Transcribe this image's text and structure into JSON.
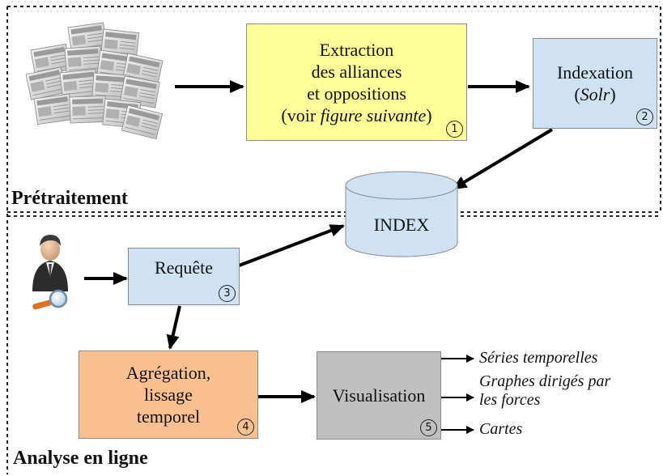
{
  "sections": {
    "preprocessing": "Prétraitement",
    "online_analysis": "Analyse en ligne"
  },
  "nodes": {
    "extraction": {
      "line1": "Extraction",
      "line2": "des alliances",
      "line3": "et oppositions",
      "line4_prefix": "(voir ",
      "line4_italic": "figure suivante",
      "line4_suffix": ")",
      "step": "1"
    },
    "indexation": {
      "line1": "Indexation",
      "open": "(",
      "italic": "Solr",
      "close": ")",
      "step": "2"
    },
    "index": {
      "label": "INDEX"
    },
    "requete": {
      "label": "Requête",
      "step": "3"
    },
    "aggregation": {
      "line1": "Agrégation,",
      "line2": "lissage",
      "line3": "temporel",
      "step": "4"
    },
    "visualisation": {
      "label": "Visualisation",
      "step": "5"
    }
  },
  "outputs": {
    "series": "Séries temporelles",
    "graphs_line1": "Graphes dirigés par",
    "graphs_line2": "les forces",
    "maps": "Cartes"
  },
  "colors": {
    "extraction_fill": "#ffff99",
    "indexation_fill": "#cfe2f3",
    "index_fill": "#cfe2f3",
    "requete_fill": "#cfe2f3",
    "aggregation_fill": "#fac090",
    "visualisation_fill": "#c0c0c0"
  },
  "icons": {
    "news": "newspaper-stack-icon",
    "user": "user-search-icon"
  }
}
